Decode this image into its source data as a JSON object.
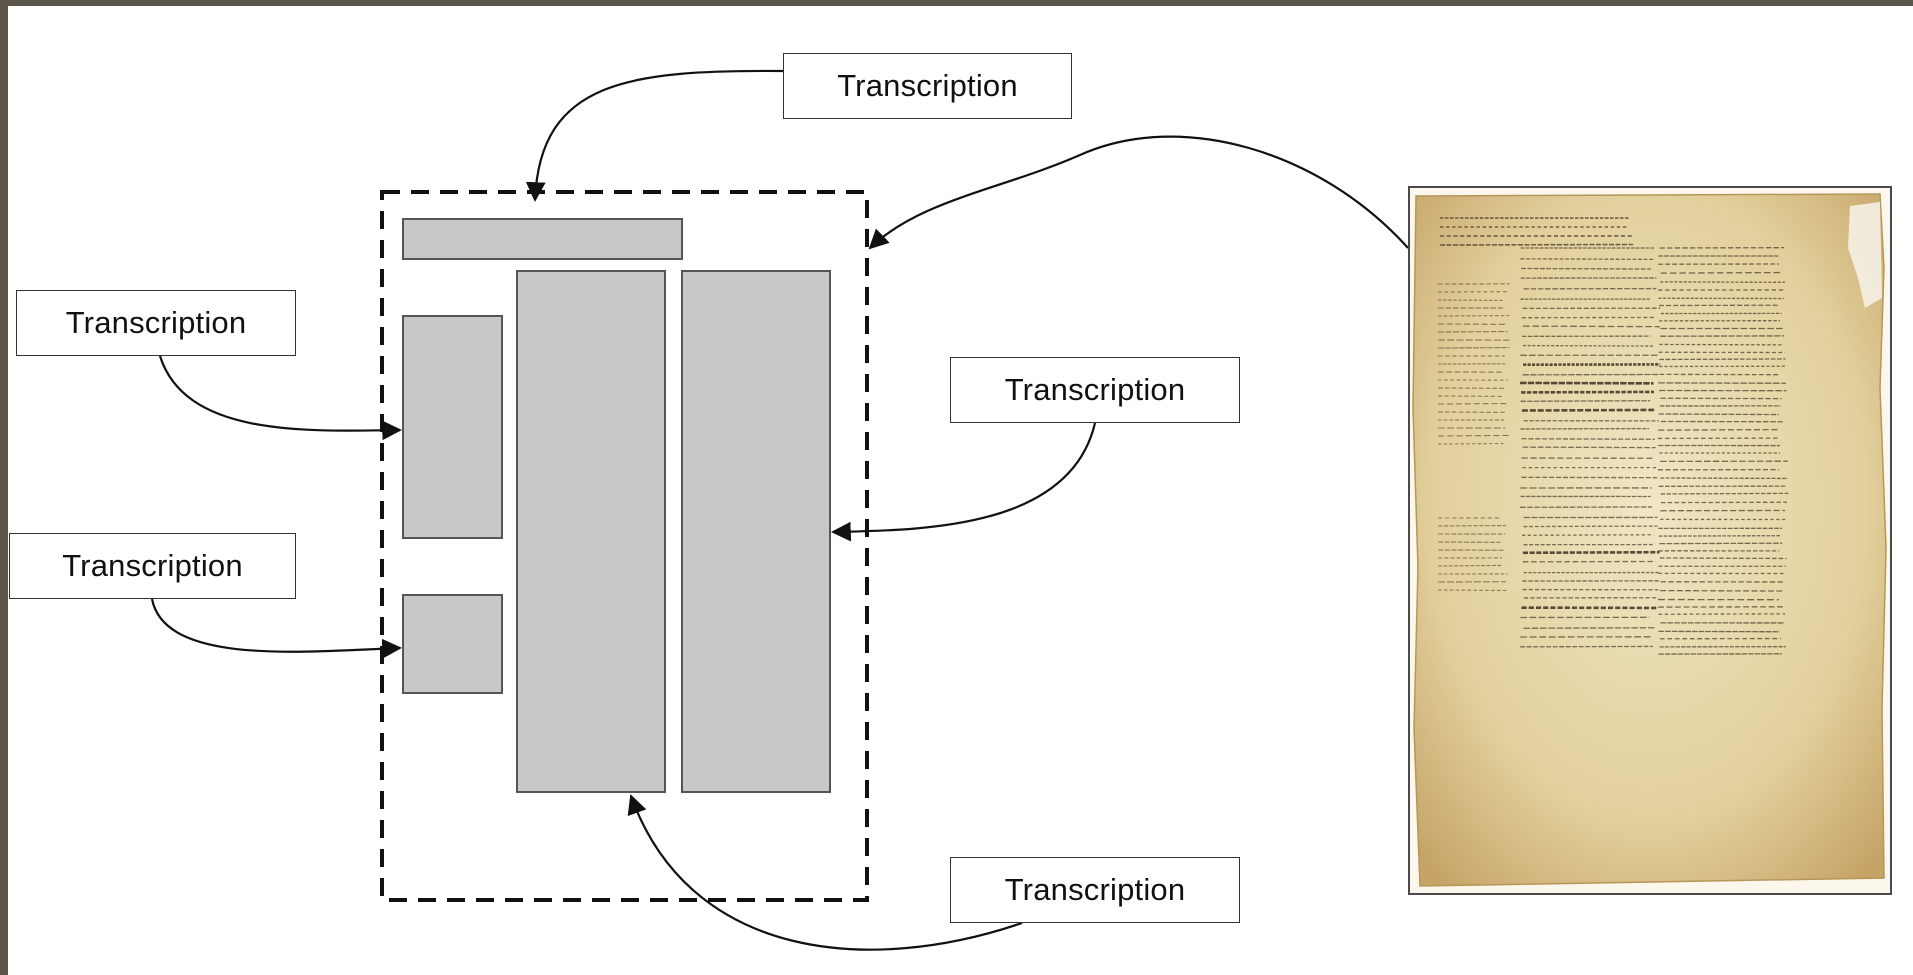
{
  "labels": {
    "top": "Transcription",
    "left_1": "Transcription",
    "left_2": "Transcription",
    "right": "Transcription",
    "bottom": "Transcription"
  },
  "colors": {
    "frame": "#5b5549",
    "region_fill": "#c8c8c8",
    "region_stroke": "#555555",
    "parchment": "#e6d7a8",
    "ink": "#4a3a28"
  }
}
